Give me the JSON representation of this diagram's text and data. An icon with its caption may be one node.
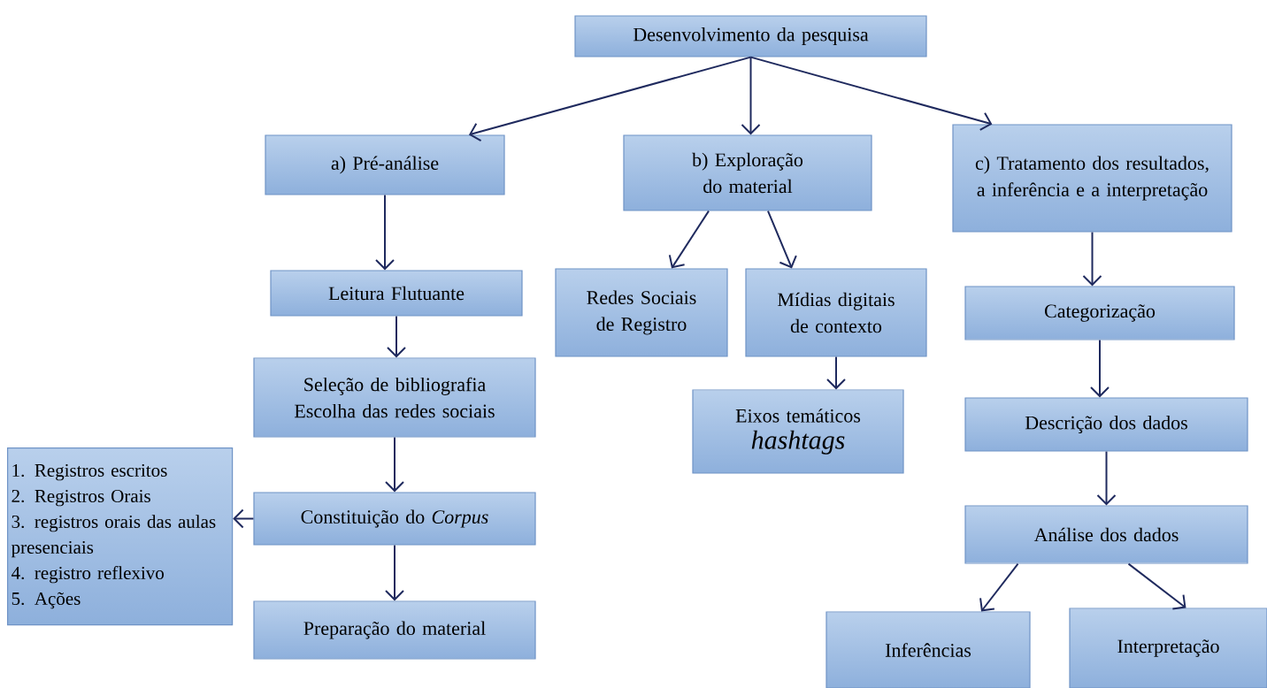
{
  "diagram": {
    "nodes": [
      {
        "text": [
          "Desenvolvimento da pesquisa"
        ]
      },
      {
        "text": [
          "a) Pré-análise"
        ]
      },
      {
        "text": [
          "b) Exploração do material"
        ]
      },
      {
        "text": [
          "c) Tratamento dos resultados, a inferência e a interpretação"
        ]
      },
      {
        "text": [
          "Leitura Flutuante"
        ]
      },
      {
        "text": [
          "Seleção de bibliografia",
          "Escolha das redes sociais"
        ]
      },
      {
        "text": [
          "Redes Sociais de Registro"
        ]
      },
      {
        "text": [
          "Mídias digitais de contexto"
        ]
      },
      {
        "text": [
          "Eixos temáticos",
          "hashtags"
        ]
      },
      {
        "text": [
          "1. Registros escritos",
          "2. Registros Orais",
          "3. registros orais das aulas presenciais",
          "4. registro reflexivo",
          "5. Ações"
        ]
      },
      {
        "text": [
          "Constituição do *Corpus*"
        ]
      },
      {
        "text": [
          "Categorização"
        ]
      },
      {
        "text": [
          "Preparação do material"
        ]
      },
      {
        "text": [
          "Descrição dos dados"
        ]
      },
      {
        "text": [
          "Análise dos dados"
        ]
      },
      {
        "text": [
          "Inferências"
        ]
      },
      {
        "text": [
          "Interpretação"
        ]
      }
    ],
    "edges": [
      {
        "from": 0,
        "to": 1,
        "arrow": "to"
      },
      {
        "from": 0,
        "to": 2,
        "arrow": "to"
      },
      {
        "from": 0,
        "to": 3,
        "arrow": "to"
      },
      {
        "from": 1,
        "to": 4,
        "arrow": "to"
      },
      {
        "from": 4,
        "to": 5,
        "arrow": "to"
      },
      {
        "from": 5,
        "to": 10,
        "arrow": "to"
      },
      {
        "from": 10,
        "to": 9,
        "arrow": "to"
      },
      {
        "from": 10,
        "to": 12,
        "arrow": "to"
      },
      {
        "from": 2,
        "to": 6,
        "arrow": "to"
      },
      {
        "from": 2,
        "to": 7,
        "arrow": "to"
      },
      {
        "from": 7,
        "to": 8,
        "arrow": "to"
      },
      {
        "from": 3,
        "to": 11,
        "arrow": "to"
      },
      {
        "from": 11,
        "to": 13,
        "arrow": "to"
      },
      {
        "from": 13,
        "to": 14,
        "arrow": "to"
      },
      {
        "from": 14,
        "to": 15,
        "arrow": "to"
      },
      {
        "from": 14,
        "to": 16,
        "arrow": "to"
      }
    ]
  }
}
